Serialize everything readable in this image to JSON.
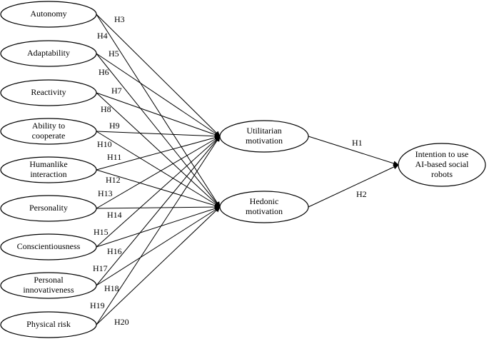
{
  "nodes": {
    "autonomy": [
      "Autonomy"
    ],
    "adaptability": [
      "Adaptability"
    ],
    "reactivity": [
      "Reactivity"
    ],
    "ability": [
      "Ability to",
      "cooperate"
    ],
    "humanlike": [
      "Humanlike",
      "interaction"
    ],
    "personality": [
      "Personality"
    ],
    "conscientiousness": [
      "Conscientiousness"
    ],
    "innovativeness": [
      "Personal",
      "innovativeness"
    ],
    "physical_risk": [
      "Physical risk"
    ],
    "utilitarian": [
      "Utilitarian",
      "motivation"
    ],
    "hedonic": [
      "Hedonic",
      "motivation"
    ],
    "intention": [
      "Intention to use",
      "AI-based social",
      "robots"
    ]
  },
  "paths": [
    {
      "from": "utilitarian",
      "to": "intention",
      "label": "H1"
    },
    {
      "from": "hedonic",
      "to": "intention",
      "label": "H2"
    },
    {
      "from": "autonomy",
      "to": "utilitarian",
      "label": "H3"
    },
    {
      "from": "autonomy",
      "to": "hedonic",
      "label": "H4"
    },
    {
      "from": "adaptability",
      "to": "utilitarian",
      "label": "H5"
    },
    {
      "from": "adaptability",
      "to": "hedonic",
      "label": "H6"
    },
    {
      "from": "reactivity",
      "to": "utilitarian",
      "label": "H7"
    },
    {
      "from": "reactivity",
      "to": "hedonic",
      "label": "H8"
    },
    {
      "from": "ability",
      "to": "utilitarian",
      "label": "H9"
    },
    {
      "from": "ability",
      "to": "hedonic",
      "label": "H10"
    },
    {
      "from": "humanlike",
      "to": "utilitarian",
      "label": "H11"
    },
    {
      "from": "humanlike",
      "to": "hedonic",
      "label": "H12"
    },
    {
      "from": "personality",
      "to": "utilitarian",
      "label": "H13"
    },
    {
      "from": "personality",
      "to": "hedonic",
      "label": "H14"
    },
    {
      "from": "conscientiousness",
      "to": "utilitarian",
      "label": "H15"
    },
    {
      "from": "conscientiousness",
      "to": "hedonic",
      "label": "H16"
    },
    {
      "from": "innovativeness",
      "to": "utilitarian",
      "label": "H17"
    },
    {
      "from": "innovativeness",
      "to": "hedonic",
      "label": "H18"
    },
    {
      "from": "physical_risk",
      "to": "utilitarian",
      "label": "H19"
    },
    {
      "from": "physical_risk",
      "to": "hedonic",
      "label": "H20"
    }
  ]
}
